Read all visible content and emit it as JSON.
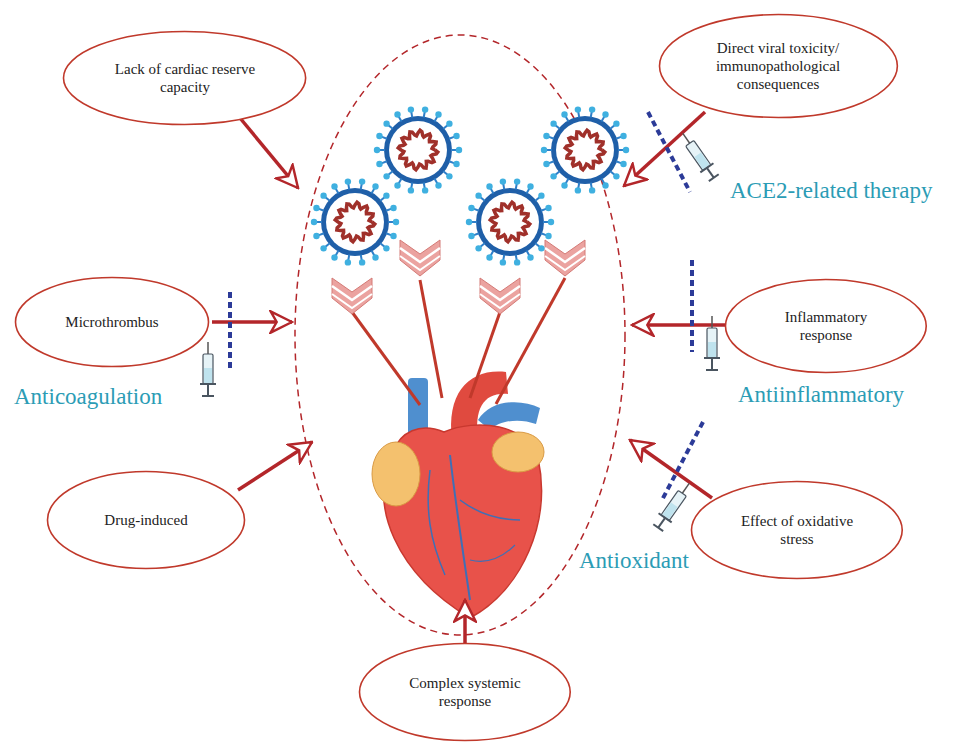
{
  "diagram": {
    "nodes": [
      {
        "text": [
          "Lack of cardiac reserve capacity"
        ]
      },
      {
        "text": [
          "Direct viral toxicity/ immunopathological consequences"
        ]
      },
      {
        "text": [
          "Microthrombus"
        ]
      },
      {
        "text": [
          "Inflammatory response"
        ]
      },
      {
        "text": [
          "Drug-induced"
        ]
      },
      {
        "text": [
          "Effect of oxidative stress"
        ]
      },
      {
        "text": [
          "Complex systemic response"
        ]
      }
    ],
    "labels": [
      "ACE2-related therapy",
      "Anticoagulation",
      "Antiinflammatory",
      "Antioxidant"
    ]
  }
}
